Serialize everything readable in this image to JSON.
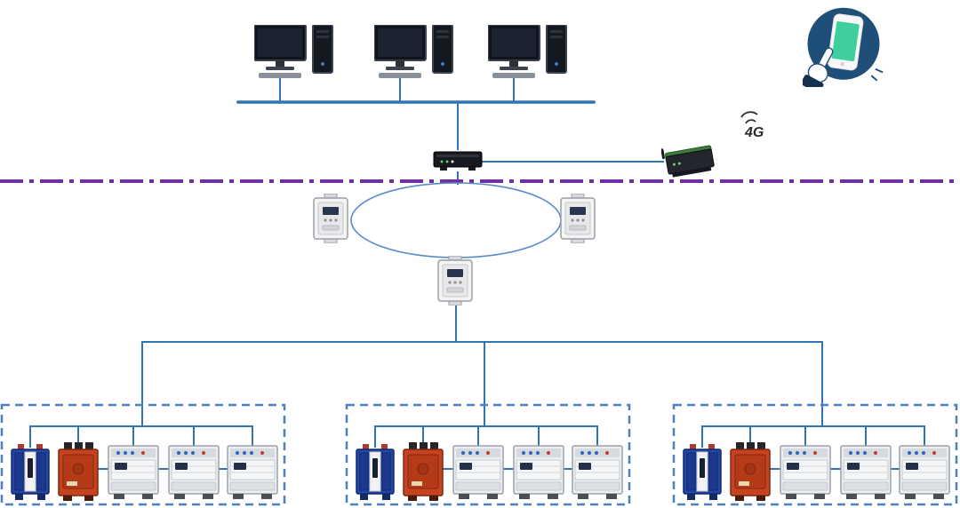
{
  "diagram": {
    "kind": "industrial-network-topology",
    "labels": {
      "wireless": "4G"
    },
    "colors": {
      "link": "#2e75b6",
      "boundary": "#7030a0",
      "ring": "#5b8ac6",
      "group_border": "#4f81bd",
      "mobile_badge": "#1f4e79",
      "phone_screen": "#3ecf9f",
      "device_blue": "#2246a8",
      "device_red": "#c7431f",
      "substation_body": "#f4f4f4"
    },
    "nodes": {
      "workstations": [
        {
          "name": "monitoring-workstation-1"
        },
        {
          "name": "monitoring-workstation-2"
        },
        {
          "name": "monitoring-workstation-3"
        }
      ],
      "core_switch": {
        "name": "ethernet-switch"
      },
      "wireless_router": {
        "name": "4g-router",
        "label": "4G"
      },
      "mobile_access": {
        "name": "mobile-phone-access"
      },
      "ring_network": {
        "name": "fiber-ring"
      },
      "substations": [
        {
          "name": "ring-substation-left"
        },
        {
          "name": "ring-substation-right"
        },
        {
          "name": "ring-substation-bottom"
        }
      ],
      "device_groups": [
        {
          "name": "equipment-group-1",
          "devices": [
            "protection-device-blue",
            "explosion-proof-starter-red",
            "combination-switch-1",
            "combination-switch-2",
            "combination-switch-3"
          ]
        },
        {
          "name": "equipment-group-2",
          "devices": [
            "protection-device-blue",
            "explosion-proof-starter-red",
            "combination-switch-1",
            "combination-switch-2",
            "combination-switch-3"
          ]
        },
        {
          "name": "equipment-group-3",
          "devices": [
            "protection-device-blue",
            "explosion-proof-starter-red",
            "combination-switch-1",
            "combination-switch-2",
            "combination-switch-3"
          ]
        }
      ]
    }
  }
}
